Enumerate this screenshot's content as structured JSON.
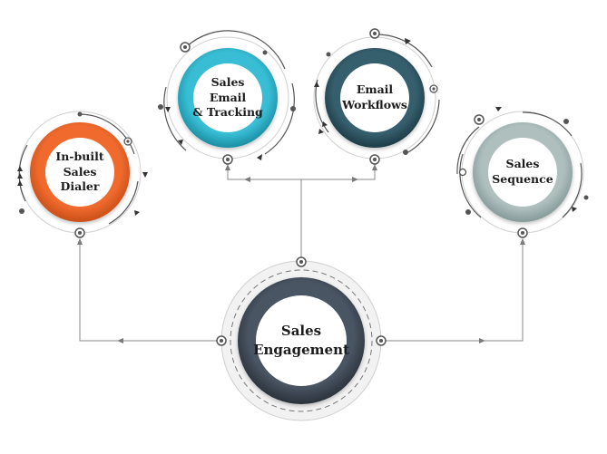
{
  "nodes": {
    "center": {
      "label": "Sales\nEngagement",
      "color": "#3f4a56"
    },
    "dialer": {
      "label": "In-built\nSales Dialer",
      "color": "#e8622a"
    },
    "email_tracking": {
      "label": "Sales Email\n& Tracking",
      "color": "#2bb1c9"
    },
    "workflows": {
      "label": "Email\nWorkflows",
      "color": "#2c4f5c"
    },
    "sequence": {
      "label": "Sales\nSequence",
      "color": "#9fb3b2"
    }
  },
  "colors": {
    "line": "#8a8a8a",
    "ornament": "#555555"
  }
}
